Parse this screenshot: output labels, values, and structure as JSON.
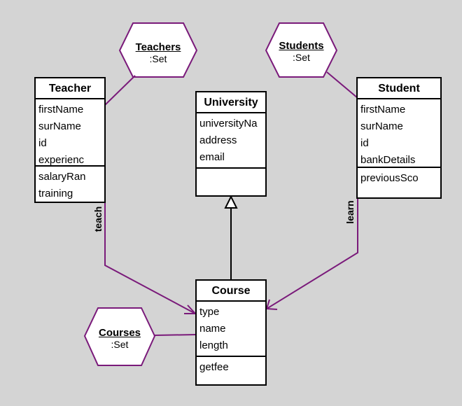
{
  "colors": {
    "background": "#d4d4d4",
    "line": "#7a1a7a",
    "box": "#ffffff",
    "border": "#000000"
  },
  "classes": {
    "teacher": {
      "name": "Teacher",
      "attributes": [
        "firstName",
        "surName",
        "id",
        "experienc"
      ],
      "operations": [
        "salaryRan",
        "training"
      ]
    },
    "university": {
      "name": "University",
      "attributes": [
        "universityNa",
        "address",
        "email"
      ],
      "operations": []
    },
    "student": {
      "name": "Student",
      "attributes": [
        "firstName",
        "surName",
        "id",
        "bankDetails"
      ],
      "operations": [
        "previousSco"
      ]
    },
    "course": {
      "name": "Course",
      "attributes": [
        "type",
        "name",
        "length"
      ],
      "operations": [
        "getfee"
      ]
    }
  },
  "collections": {
    "teachers": {
      "name": "Teachers",
      "type": ":Set"
    },
    "students": {
      "name": "Students",
      "type": ":Set"
    },
    "courses": {
      "name": "Courses",
      "type": ":Set"
    }
  },
  "associations": {
    "teach": "teach",
    "learn": "learn"
  }
}
